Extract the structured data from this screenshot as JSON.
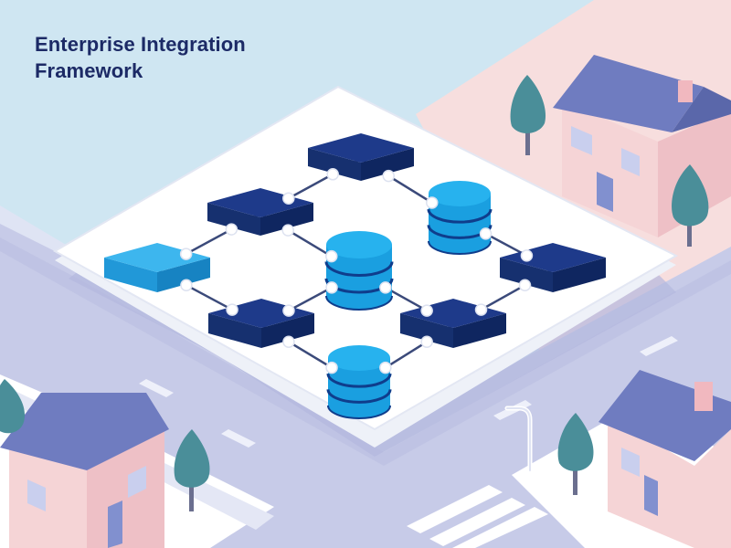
{
  "title": {
    "line1": "Enterprise Integration",
    "line2": "Framework"
  },
  "colors": {
    "sky": "#cfe6f2",
    "ground_pink": "#f7dede",
    "road": "#c7cbe8",
    "platform": "#ffffff",
    "server_dark": "#1e3a8a",
    "server_light": "#1ea0e0",
    "database": "#1a9fe0",
    "database_dark": "#0f3d8c",
    "house_wall": "#f5d4d6",
    "house_roof": "#6f7cc0",
    "tree": "#4a8e99",
    "connector": "#3b4a7a"
  },
  "diagram": {
    "nodes": [
      {
        "id": "server-top",
        "kind": "server-icon"
      },
      {
        "id": "server-upper-left",
        "kind": "server-icon"
      },
      {
        "id": "server-light-left",
        "kind": "server-icon"
      },
      {
        "id": "server-lower-left",
        "kind": "server-icon"
      },
      {
        "id": "server-right",
        "kind": "server-icon"
      },
      {
        "id": "server-lower-right",
        "kind": "server-icon"
      },
      {
        "id": "database-upper-right",
        "kind": "database-icon"
      },
      {
        "id": "database-center",
        "kind": "database-icon"
      },
      {
        "id": "database-bottom",
        "kind": "database-icon"
      }
    ],
    "links": [
      [
        "server-light-left",
        "server-upper-left"
      ],
      [
        "server-upper-left",
        "server-top"
      ],
      [
        "server-top",
        "database-upper-right"
      ],
      [
        "database-upper-right",
        "server-right"
      ],
      [
        "server-upper-left",
        "database-center"
      ],
      [
        "server-light-left",
        "server-lower-left"
      ],
      [
        "server-lower-left",
        "database-center"
      ],
      [
        "database-center",
        "server-lower-right"
      ],
      [
        "server-lower-left",
        "database-bottom"
      ],
      [
        "server-lower-right",
        "database-bottom"
      ],
      [
        "server-right",
        "server-lower-right"
      ]
    ]
  }
}
